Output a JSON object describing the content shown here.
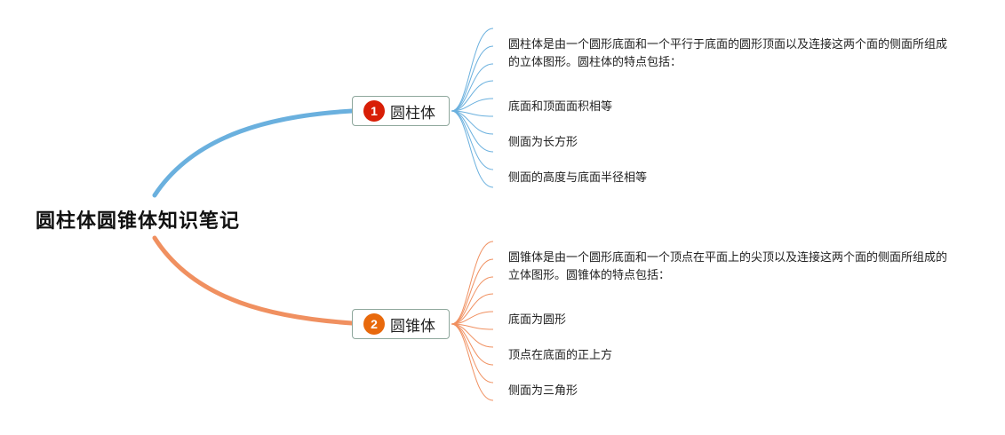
{
  "root": {
    "title": "圆柱体圆锥体知识笔记"
  },
  "branches": [
    {
      "number": "1",
      "label": "圆柱体",
      "color": "#6ab0de",
      "badge_color": "#d81e06",
      "description": "圆柱体是由一个圆形底面和一个平行于底面的圆形顶面以及连接这两个面的侧面所组成的立体图形。圆柱体的特点包括：",
      "points": [
        "底面和顶面面积相等",
        "侧面为长方形",
        "侧面的高度与底面半径相等"
      ]
    },
    {
      "number": "2",
      "label": "圆锥体",
      "color": "#f09060",
      "badge_color": "#e8690c",
      "description": "圆锥体是由一个圆形底面和一个顶点在平面上的尖顶以及连接这两个面的侧面所组成的立体图形。圆锥体的特点包括：",
      "points": [
        "底面为圆形",
        "顶点在底面的正上方",
        "侧面为三角形"
      ]
    }
  ]
}
